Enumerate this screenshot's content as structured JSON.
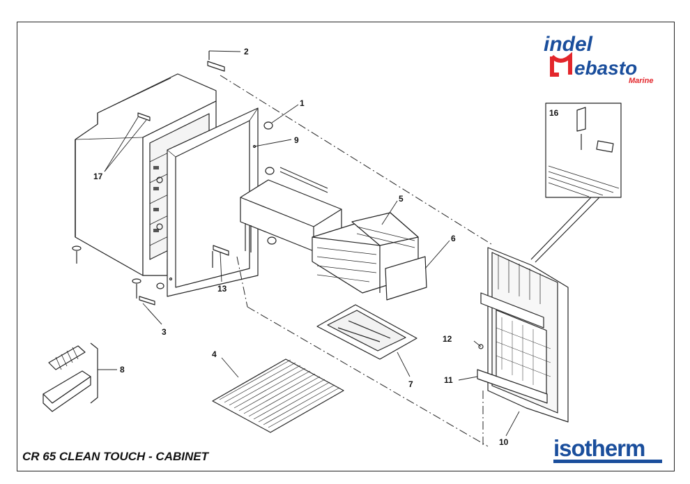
{
  "title": "CR 65 CLEAN TOUCH - CABINET",
  "brand_logo": {
    "line1": "indel",
    "line2": "ebasto",
    "line3": "Marine",
    "color": "#1a4e9c",
    "accent": "#e3262b"
  },
  "isotherm_logo": {
    "text": "isotherm",
    "color": "#1a4e9c"
  },
  "callouts": {
    "c1": "1",
    "c2": "2",
    "c3": "3",
    "c4": "4",
    "c5": "5",
    "c6": "6",
    "c7": "7",
    "c8": "8",
    "c9": "9",
    "c10": "10",
    "c11": "11",
    "c12": "12",
    "c13": "13",
    "c16": "16",
    "c17": "17"
  }
}
